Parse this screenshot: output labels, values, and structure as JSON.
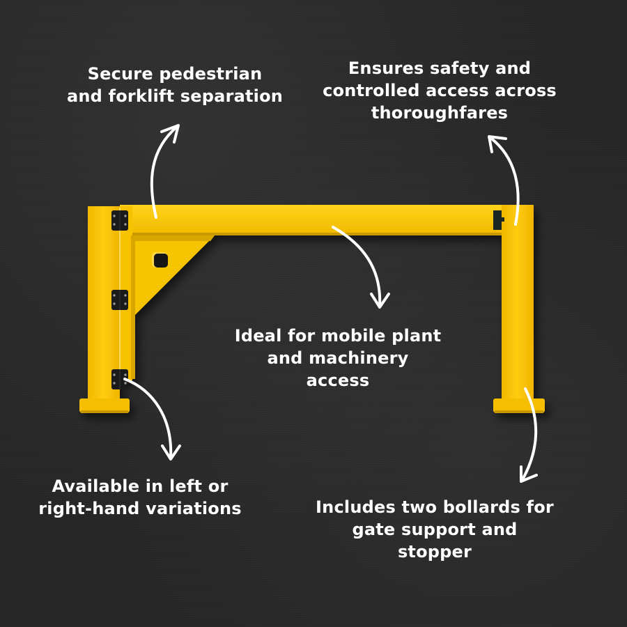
{
  "image": {
    "subject": "yellow steel pedestrian swing gate with two bollards",
    "background_color": "#262626",
    "product_color": "#F9C300",
    "hardware_color": "#1c1c1c",
    "text_color": "#FFFFFF",
    "arrow_color": "#FFFFFF"
  },
  "callouts": [
    {
      "id": "top-left",
      "lines": [
        "Secure pedestrian",
        "and forklift separation"
      ],
      "arrow_direction": "up"
    },
    {
      "id": "top-right",
      "lines": [
        "Ensures safety and",
        "controlled access across",
        "thoroughfares"
      ],
      "arrow_direction": "up"
    },
    {
      "id": "center",
      "lines": [
        "Ideal for mobile plant",
        "and machinery",
        "access"
      ],
      "arrow_direction": "down"
    },
    {
      "id": "bottom-left",
      "lines": [
        "Available in left or",
        "right-hand variations"
      ],
      "arrow_direction": "down"
    },
    {
      "id": "bottom-right",
      "lines": [
        "Includes two bollards for",
        "gate support and",
        "stopper"
      ],
      "arrow_direction": "down"
    }
  ]
}
